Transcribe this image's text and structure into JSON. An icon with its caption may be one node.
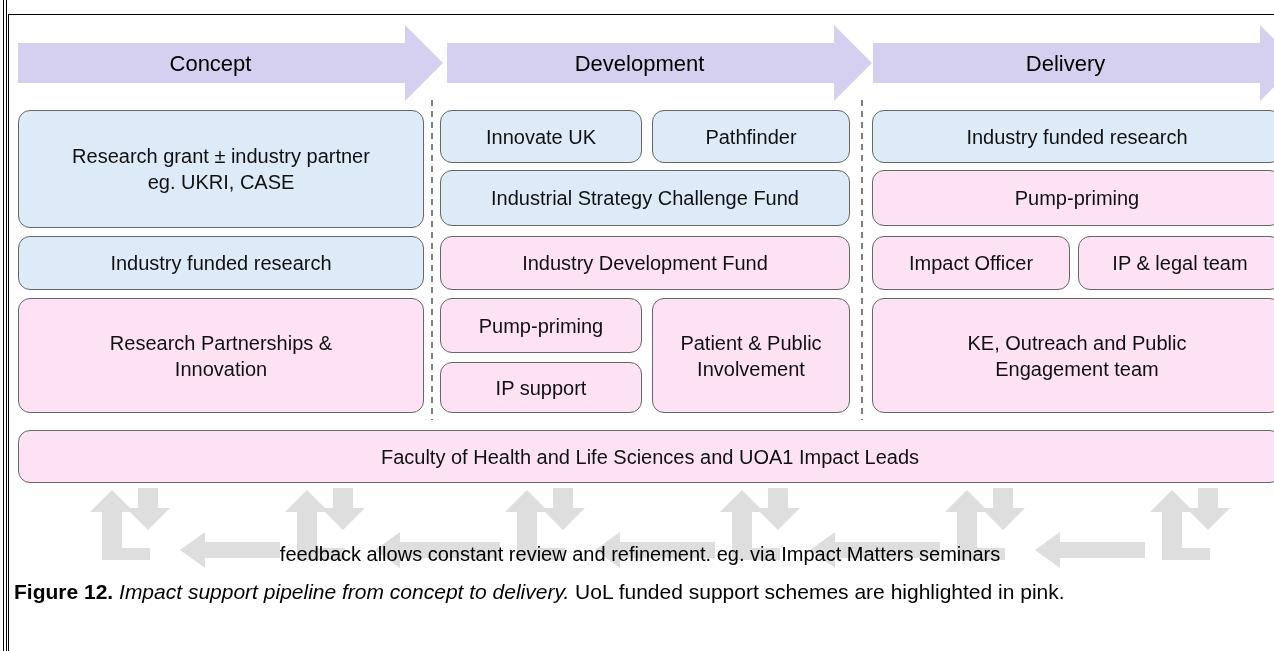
{
  "diagram": {
    "caption": "**Figure 12.** *Impact support pipeline from concept to delivery.* UoL funded support schemes are highlighted in pink.",
    "nodes": [
      {
        "text": [
          "Concept"
        ]
      },
      {
        "text": [
          "Development"
        ]
      },
      {
        "text": [
          "Delivery"
        ]
      },
      {
        "text": [
          "Research grant ± industry partner eg. UKRI, CASE"
        ]
      },
      {
        "text": [
          "Industry funded research"
        ]
      },
      {
        "text": [
          "Research Partnerships & Innovation"
        ]
      },
      {
        "text": [
          "Innovate UK"
        ]
      },
      {
        "text": [
          "Pathfinder"
        ]
      },
      {
        "text": [
          "Industrial Strategy Challenge Fund"
        ]
      },
      {
        "text": [
          "Industry Development Fund"
        ]
      },
      {
        "text": [
          "Pump-priming"
        ]
      },
      {
        "text": [
          "Patient & Public Involvement"
        ]
      },
      {
        "text": [
          "IP support"
        ]
      },
      {
        "text": [
          "Industry funded research"
        ]
      },
      {
        "text": [
          "Pump-priming"
        ]
      },
      {
        "text": [
          "Impact Officer"
        ]
      },
      {
        "text": [
          "IP & legal team"
        ]
      },
      {
        "text": [
          "KE, Outreach and Public Engagement team"
        ]
      },
      {
        "text": [
          "Faculty of Health and Life Sciences and UOA1 Impact Leads"
        ]
      }
    ],
    "labels": [
      "feedback allows constant review and refinement. eg. via Impact Matters seminars"
    ]
  }
}
